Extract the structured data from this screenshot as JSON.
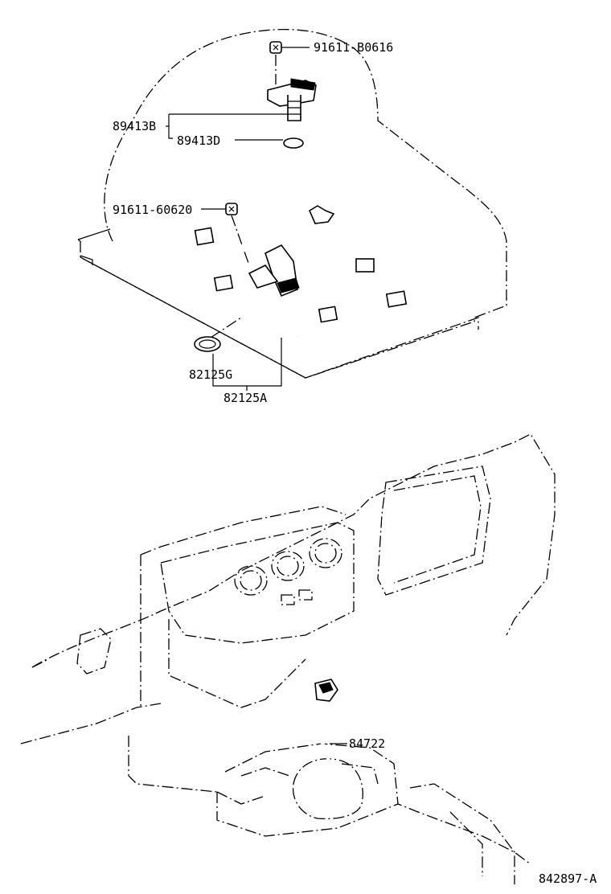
{
  "callouts": [
    {
      "id": "bolt_top",
      "text": "91611-B0616"
    },
    {
      "id": "sensor_b",
      "text": "89413B"
    },
    {
      "id": "sensor_d",
      "text": "89413D"
    },
    {
      "id": "bolt_mid",
      "text": "91611-60620"
    },
    {
      "id": "wire_g",
      "text": "82125G"
    },
    {
      "id": "wire_a",
      "text": "82125A"
    },
    {
      "id": "cable",
      "text": "84722"
    }
  ],
  "diagram_id": "842897-A"
}
